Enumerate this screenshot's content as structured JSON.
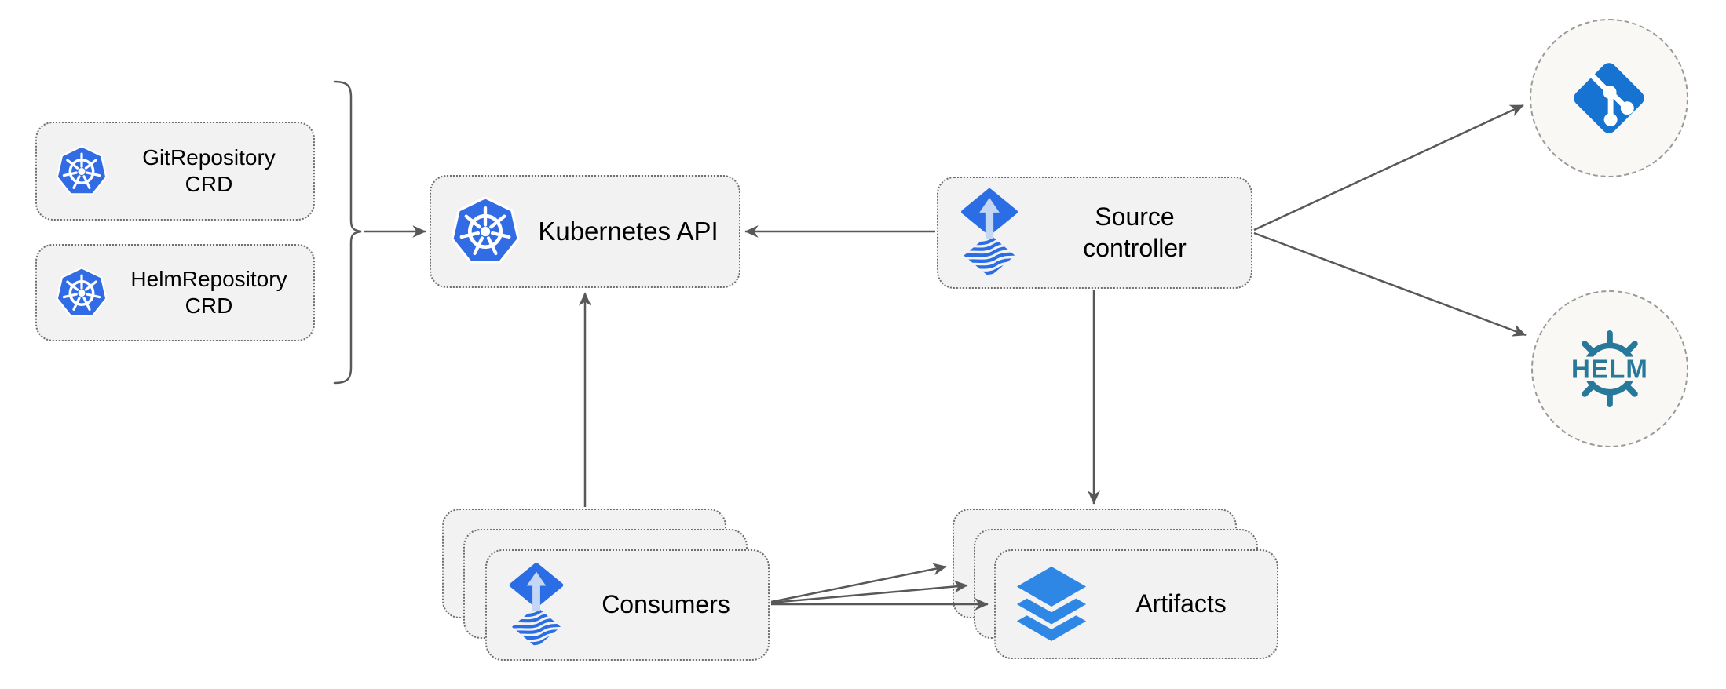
{
  "diagram": {
    "description": "Flux source-controller architecture diagram"
  },
  "colors": {
    "background": "#ffffff",
    "node_fill": "#f2f2f2",
    "node_border": "#6f6f6f",
    "circle_fill": "#faf8f4",
    "circle_border": "#9a9a9a",
    "arrow": "#585858",
    "text": "#000000",
    "kubernetes_blue": "#326ce5",
    "flux_blue": "#2b6de4",
    "flux_arrow_light": "#c3d6f4",
    "layers_blue": "#2f87e5",
    "git_blue": "#1673d1",
    "helm_teal": "#27799c"
  },
  "nodes": {
    "git_repo_crd": {
      "label": "GitRepository CRD",
      "icon": "kubernetes-icon"
    },
    "helm_repo_crd": {
      "label": "HelmRepository CRD",
      "icon": "kubernetes-icon"
    },
    "kubernetes_api": {
      "label": "Kubernetes API",
      "icon": "kubernetes-icon"
    },
    "source_controller": {
      "label": "Source controller",
      "icon": "flux-source-icon"
    },
    "consumers": {
      "label": "Consumers",
      "icon": "flux-source-icon",
      "stacked": true
    },
    "artifacts": {
      "label": "Artifacts",
      "icon": "layers-icon",
      "stacked": true
    },
    "git_endpoint": {
      "icon": "git-icon"
    },
    "helm_endpoint": {
      "icon": "helm-icon",
      "logo_text": "HELM"
    }
  },
  "edges": [
    {
      "from": "git_repo_crd + helm_repo_crd (brace)",
      "to": "kubernetes_api"
    },
    {
      "from": "source_controller",
      "to": "kubernetes_api"
    },
    {
      "from": "consumers",
      "to": "kubernetes_api"
    },
    {
      "from": "source_controller",
      "to": "artifacts"
    },
    {
      "from": "source_controller",
      "to": "git_endpoint"
    },
    {
      "from": "source_controller",
      "to": "helm_endpoint"
    },
    {
      "from": "consumers",
      "to": "artifacts",
      "lines": 3
    }
  ]
}
